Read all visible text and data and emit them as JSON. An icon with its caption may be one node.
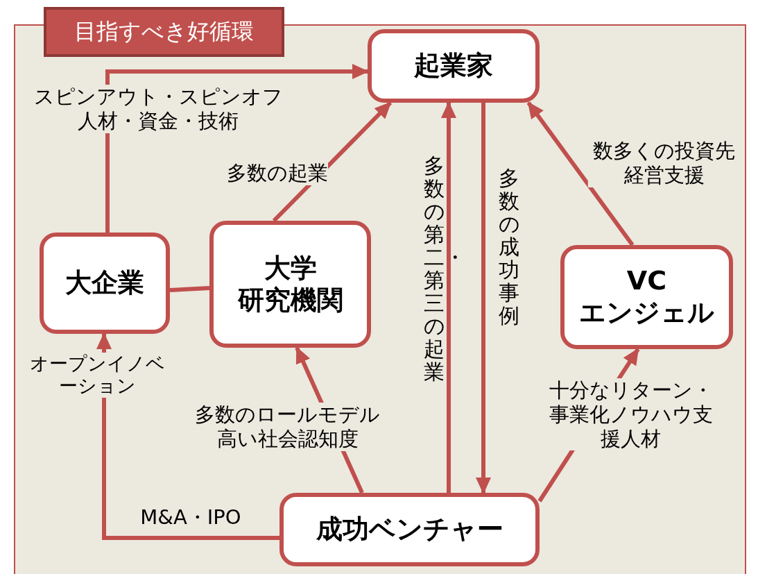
{
  "diagram": {
    "title": "目指すべき好循環",
    "nodes": [
      {
        "text": [
          "起業家"
        ]
      },
      {
        "text": [
          "大企業"
        ]
      },
      {
        "text": [
          "大学",
          "研究機関"
        ]
      },
      {
        "text": [
          "VC",
          "エンジェル"
        ]
      },
      {
        "text": [
          "成功ベンチャー"
        ]
      }
    ],
    "edges": [
      {
        "from": 1,
        "to": 0,
        "arrow": "to",
        "label": "スピンアウト・スピンオフ人材・資金・技術"
      },
      {
        "from": 2,
        "to": 0,
        "arrow": "to",
        "label": "多数の起業"
      },
      {
        "from": 4,
        "to": 0,
        "arrow": "to",
        "label": "多数の第二・第三の起業"
      },
      {
        "from": 0,
        "to": 4,
        "arrow": "to",
        "label": "多数の成功事例"
      },
      {
        "from": 3,
        "to": 0,
        "arrow": "to",
        "label": "数多くの投資先経営支援"
      },
      {
        "from": 4,
        "to": 3,
        "arrow": "to",
        "label": "十分なリターン・事業化ノウハウ支援人材"
      },
      {
        "from": 4,
        "to": 2,
        "arrow": "to",
        "label": "多数のロールモデル高い社会認知度"
      },
      {
        "from": 4,
        "to": 1,
        "arrow": "to",
        "label": "M&A・IPO"
      },
      {
        "from": 1,
        "to": 2,
        "arrow": "none"
      }
    ],
    "labels": [
      "オープンイノベーション"
    ]
  }
}
